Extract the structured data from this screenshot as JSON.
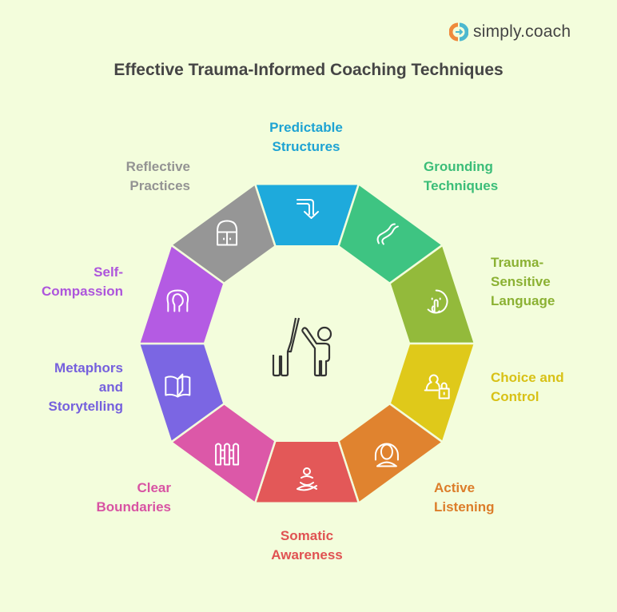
{
  "brand": {
    "name": "simply.coach"
  },
  "title": "Effective Trauma-Informed Coaching Techniques",
  "segments": [
    {
      "label": "Predictable\nStructures",
      "color": "#1eaadc",
      "text_color": "#1ea3d3",
      "icon": "arrow-turn-down-icon"
    },
    {
      "label": "Grounding\nTechniques",
      "color": "#3ec482",
      "text_color": "#3bbd78",
      "icon": "worm-icon"
    },
    {
      "label": "Trauma-\nSensitive\nLanguage",
      "color": "#93ba3b",
      "text_color": "#8bb133",
      "icon": "shush-face-icon"
    },
    {
      "label": "Choice and\nControl",
      "color": "#dfc91a",
      "text_color": "#d8c116",
      "icon": "user-lock-icon"
    },
    {
      "label": "Active\nListening",
      "color": "#e0832f",
      "text_color": "#dc7d2a",
      "icon": "headphones-person-icon"
    },
    {
      "label": "Somatic\nAwareness",
      "color": "#e35858",
      "text_color": "#e05252",
      "icon": "meditation-icon"
    },
    {
      "label": "Clear\nBoundaries",
      "color": "#dc58a8",
      "text_color": "#d853a3",
      "icon": "fence-icon"
    },
    {
      "label": "Metaphors\nand\nStorytelling",
      "color": "#7b66e3",
      "text_color": "#7560dd",
      "icon": "open-book-icon"
    },
    {
      "label": "Self-\nCompassion",
      "color": "#b45be3",
      "text_color": "#ad55dc",
      "icon": "two-heads-icon"
    },
    {
      "label": "Reflective\nPractices",
      "color": "#969696",
      "text_color": "#939393",
      "icon": "padlock-cabinet-icon"
    }
  ]
}
